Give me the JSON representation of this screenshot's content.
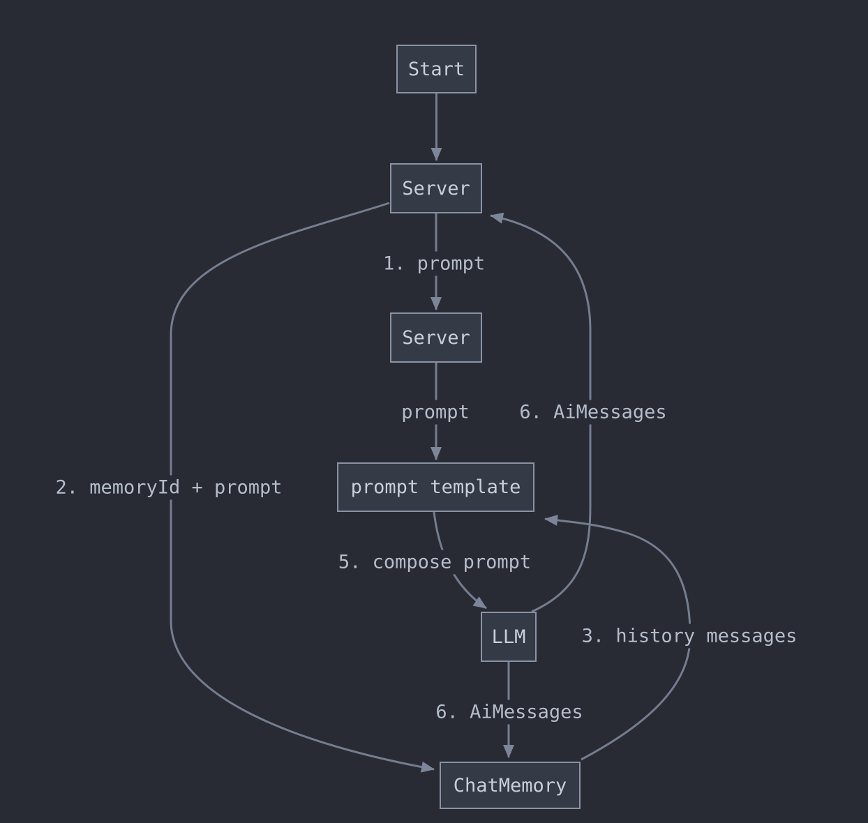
{
  "diagram": {
    "type": "flowchart",
    "theme": "dark",
    "colors": {
      "background": "#282b33",
      "node_fill": "#343a46",
      "node_border": "#8a92a5",
      "node_text": "#c9cedb",
      "edge_stroke": "#747d90",
      "arrowhead_fill": "#7d8699",
      "label_text": "#b4bcca"
    },
    "nodes": [
      {
        "id": "start",
        "label": "Start"
      },
      {
        "id": "server-1",
        "label": "Server"
      },
      {
        "id": "server-2",
        "label": "Server"
      },
      {
        "id": "prompt-template",
        "label": "prompt template"
      },
      {
        "id": "llm",
        "label": "LLM"
      },
      {
        "id": "chat-memory",
        "label": "ChatMemory"
      }
    ],
    "edges": [
      {
        "from": "start",
        "to": "server-1",
        "label": ""
      },
      {
        "from": "server-1",
        "to": "server-2",
        "label": "1. prompt"
      },
      {
        "from": "server-2",
        "to": "prompt-template",
        "label": "prompt"
      },
      {
        "from": "server-1",
        "to": "chat-memory",
        "label": "2. memoryId + prompt"
      },
      {
        "from": "chat-memory",
        "to": "prompt-template",
        "label": "3. history messages"
      },
      {
        "from": "prompt-template",
        "to": "llm",
        "label": "5. compose prompt"
      },
      {
        "from": "llm",
        "to": "server-1",
        "label": "6. AiMessages"
      },
      {
        "from": "llm",
        "to": "chat-memory",
        "label": "6. AiMessages"
      }
    ]
  }
}
